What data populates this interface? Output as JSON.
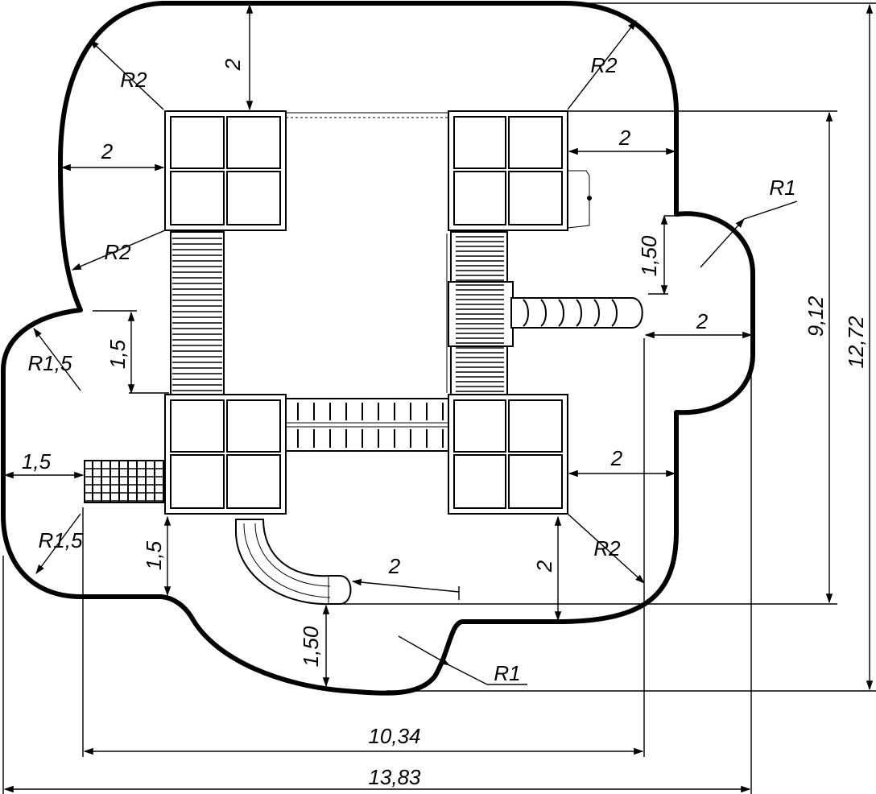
{
  "drawing": {
    "dimensions": {
      "top_gap": "2",
      "left_gap": "2",
      "right_top_gap": "2",
      "right_slide_gap": "2",
      "right_bottom_gap": "2",
      "bottom_right_gap": "2",
      "slide_gap": "2",
      "left_ladder_gap": "1,5",
      "left_stair_gap": "1,5",
      "bottom_left_gap": "1,5",
      "bulge_right_depth": "1,50",
      "bulge_bottom_depth": "1,50",
      "inner_height": "9,12",
      "total_height": "12,72",
      "inner_width": "10,34",
      "total_width": "13,83"
    },
    "radii": {
      "top_left": "R2",
      "top_right": "R2",
      "left_upper": "R2",
      "bottom_right": "R2",
      "right_bulge": "R1",
      "bottom_bulge": "R1",
      "left_bulge_top": "R1,5",
      "left_bulge_bottom": "R1,5"
    }
  }
}
